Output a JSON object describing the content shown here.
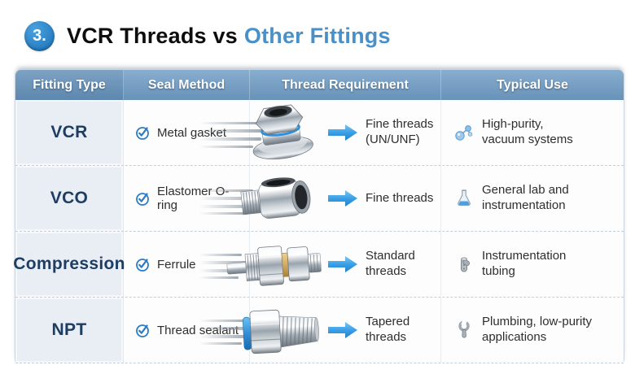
{
  "header": {
    "badge_label": "3.",
    "title_main": "VCR Threads vs",
    "title_accent": "Other Fittings"
  },
  "colors": {
    "badge_blue": "#2e86c9",
    "title_accent_blue": "#4a90c8",
    "header_gradient_top": "#88aecf",
    "header_gradient_bottom": "#6892b8",
    "fitting_name_navy": "#1e3d63",
    "check_icon_blue": "#2e7bc4",
    "arrow_blue": "#3aa0e6",
    "first_column_bg": "#e9eef5",
    "body_text": "#2e2e2e"
  },
  "table": {
    "headers": [
      "Fitting Type",
      "Seal Method",
      "Thread Requirement",
      "Typical Use"
    ],
    "rows": [
      {
        "fitting": "VCR",
        "seal": "Metal gasket",
        "seal_icon": "check-circle-icon",
        "image": "vcr-face-seal-fitting",
        "thread_lines": [
          "Fine threads",
          "(UN/UNF)"
        ],
        "use_icon": "molecule-icon",
        "use_lines": [
          "High-purity,",
          "vacuum systems"
        ]
      },
      {
        "fitting": "VCO",
        "seal": "Elastomer O-ring",
        "seal_icon": "check-circle-icon",
        "image": "vco-oring-fitting",
        "thread_lines": [
          "Fine threads"
        ],
        "use_icon": "flask-icon",
        "use_lines": [
          "General lab and",
          "instrumentation"
        ]
      },
      {
        "fitting": "Compression",
        "seal": "Ferrule",
        "seal_icon": "check-circle-icon",
        "image": "compression-fitting",
        "thread_lines": [
          "Standard",
          "threads"
        ],
        "use_icon": "tubing-icon",
        "use_lines": [
          "Instrumentation",
          "tubing"
        ]
      },
      {
        "fitting": "NPT",
        "seal": "Thread sealant",
        "seal_icon": "check-circle-icon",
        "image": "npt-threaded-fitting",
        "thread_lines": [
          "Tapered threads"
        ],
        "use_icon": "wrench-icon",
        "use_lines": [
          "Plumbing, low-purity",
          "applications"
        ]
      }
    ]
  }
}
